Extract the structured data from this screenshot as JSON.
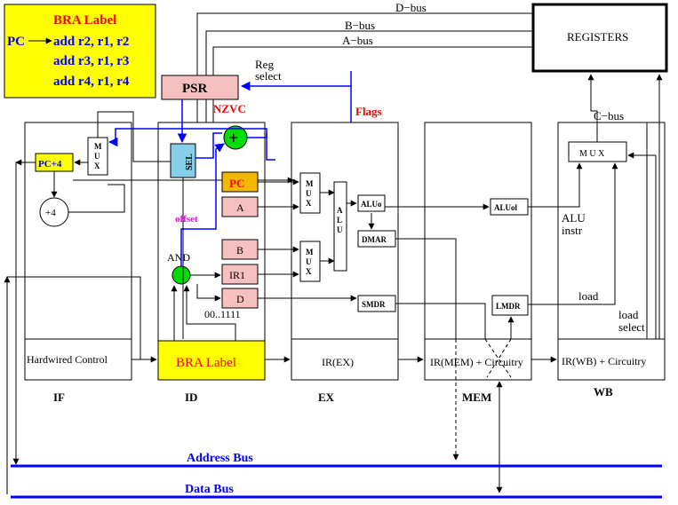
{
  "code_box": {
    "title": "BRA Label",
    "pc_label": "PC",
    "lines": [
      "add  r2, r1, r2",
      "add  r3, r1, r3",
      "add  r4, r1, r4"
    ]
  },
  "buses": {
    "d_bus": "D−bus",
    "b_bus": "B−bus",
    "a_bus": "A−bus",
    "c_bus": "C−bus",
    "address_bus": "Address Bus",
    "data_bus": "Data Bus"
  },
  "registers": "REGISTERS",
  "psr": {
    "label": "PSR",
    "flags": "NZVC",
    "flags_in": "Flags"
  },
  "reg_select": [
    "Reg",
    "select"
  ],
  "if_stage": {
    "pc4": "PC+4",
    "mux": [
      "M",
      "U",
      "X"
    ],
    "plus4": "+4",
    "control": "Hardwired Control",
    "name": "IF"
  },
  "id_stage": {
    "sel": "SEL",
    "adder": "+",
    "pc": "PC",
    "a": "A",
    "offset": "offset",
    "b": "B",
    "and": "AND",
    "ir1": "IR1",
    "d": "D",
    "const": "00..1111",
    "label": "BRA Label",
    "name": "ID"
  },
  "ex_stage": {
    "mux": [
      "M",
      "U",
      "X"
    ],
    "alu": [
      "A",
      "L",
      "U"
    ],
    "aluo": "ALUo",
    "dmar": "DMAR",
    "smdr": "SMDR",
    "ir": "IR(EX)",
    "name": "EX"
  },
  "mem_stage": {
    "aluol": "ALUol",
    "lmdr": "LMDR",
    "ir": "IR(MEM) + Circuitry",
    "name": "MEM"
  },
  "wb_stage": {
    "mux": "M U X",
    "alu_instr": [
      "ALU",
      "instr"
    ],
    "load": "load",
    "load_select": [
      "load",
      "select"
    ],
    "ir": "IR(WB) + Circuitry",
    "name": "WB"
  },
  "colors": {
    "yellow": "#ffff00",
    "pink": "#f7c0c0",
    "blue": "#0000ff",
    "red": "#ff0000",
    "green": "#00dd00",
    "light_blue": "#87ceeb",
    "orange": "#f5b800",
    "magenta": "#ff00ff"
  }
}
